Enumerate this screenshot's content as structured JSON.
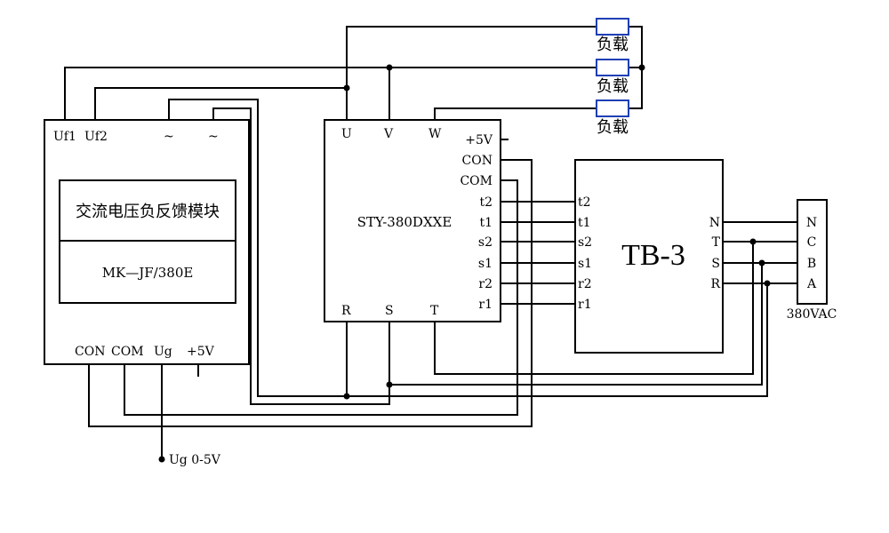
{
  "colors": {
    "load": "#1f3fb5",
    "wire": "#000000"
  },
  "feedback_module": {
    "top_labels": [
      "Uf1",
      "Uf2",
      "~",
      "~"
    ],
    "title": "交流电压负反馈模块",
    "model": "MK—JF/380E",
    "bottom_labels": [
      "CON",
      "COM",
      "Ug",
      "+5V"
    ]
  },
  "controller": {
    "name": "STY-380DXXE",
    "top_labels": [
      "U",
      "V",
      "W"
    ],
    "right_labels": [
      "+5V",
      "CON",
      "COM",
      "t2",
      "t1",
      "s2",
      "s1",
      "r2",
      "r1"
    ],
    "bottom_labels": [
      "R",
      "S",
      "T"
    ]
  },
  "transformer": {
    "name": "TB-3",
    "left_labels": [
      "t2",
      "t1",
      "s2",
      "s1",
      "r2",
      "r1"
    ],
    "right_labels": [
      "N",
      "T",
      "S",
      "R"
    ]
  },
  "supply": {
    "labels": [
      "N",
      "C",
      "B",
      "A"
    ],
    "caption": "380VAC"
  },
  "loads": [
    "负载",
    "负载",
    "负载"
  ],
  "input_label": "Ug 0-5V"
}
